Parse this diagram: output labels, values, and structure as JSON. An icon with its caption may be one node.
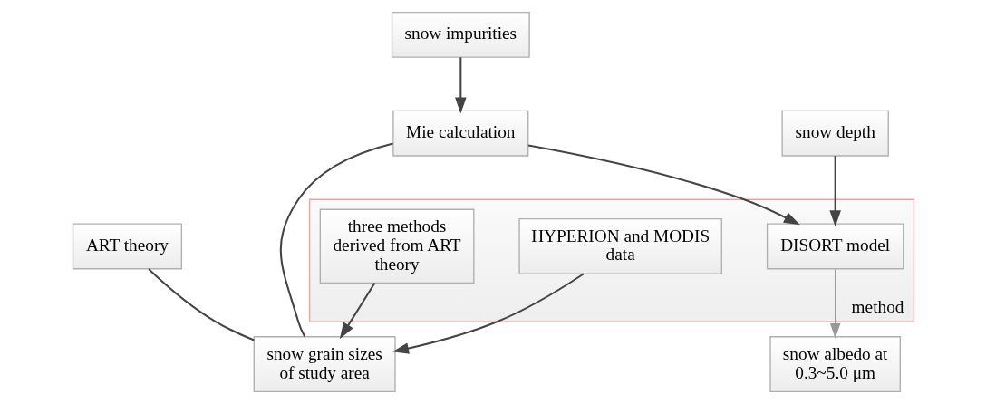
{
  "diagram": {
    "nodes": [
      {
        "text": [
          "ART theory"
        ]
      },
      {
        "text": [
          "method"
        ]
      },
      {
        "text": [
          "HYPERION and MODIS data"
        ],
        "in": 1
      },
      {
        "text": [
          "three methods derived from ART theory"
        ],
        "in": 1
      },
      {
        "text": [
          "DISORT model"
        ],
        "in": 1
      },
      {
        "text": [
          "snow depth"
        ]
      },
      {
        "text": [
          "Mie calculation"
        ]
      },
      {
        "text": [
          "snow impurities"
        ]
      },
      {
        "text": [
          "snow grain sizes of study area"
        ]
      },
      {
        "text": [
          "snow albedo at 0.3~5.0 μm"
        ]
      }
    ],
    "edges": [
      {
        "from": 2,
        "to": 8,
        "arrow": "to"
      },
      {
        "from": 3,
        "to": 8,
        "arrow": "to"
      },
      {
        "from": 0,
        "to": 8,
        "arrow": "none"
      },
      {
        "from": 6,
        "to": 8,
        "arrow": "none"
      },
      {
        "from": 6,
        "to": 4,
        "arrow": "to"
      },
      {
        "from": 5,
        "to": 4,
        "arrow": "to"
      },
      {
        "from": 7,
        "to": 6,
        "arrow": "to"
      },
      {
        "from": 4,
        "to": 9,
        "arrow": "to",
        "color": "#999999"
      }
    ]
  }
}
